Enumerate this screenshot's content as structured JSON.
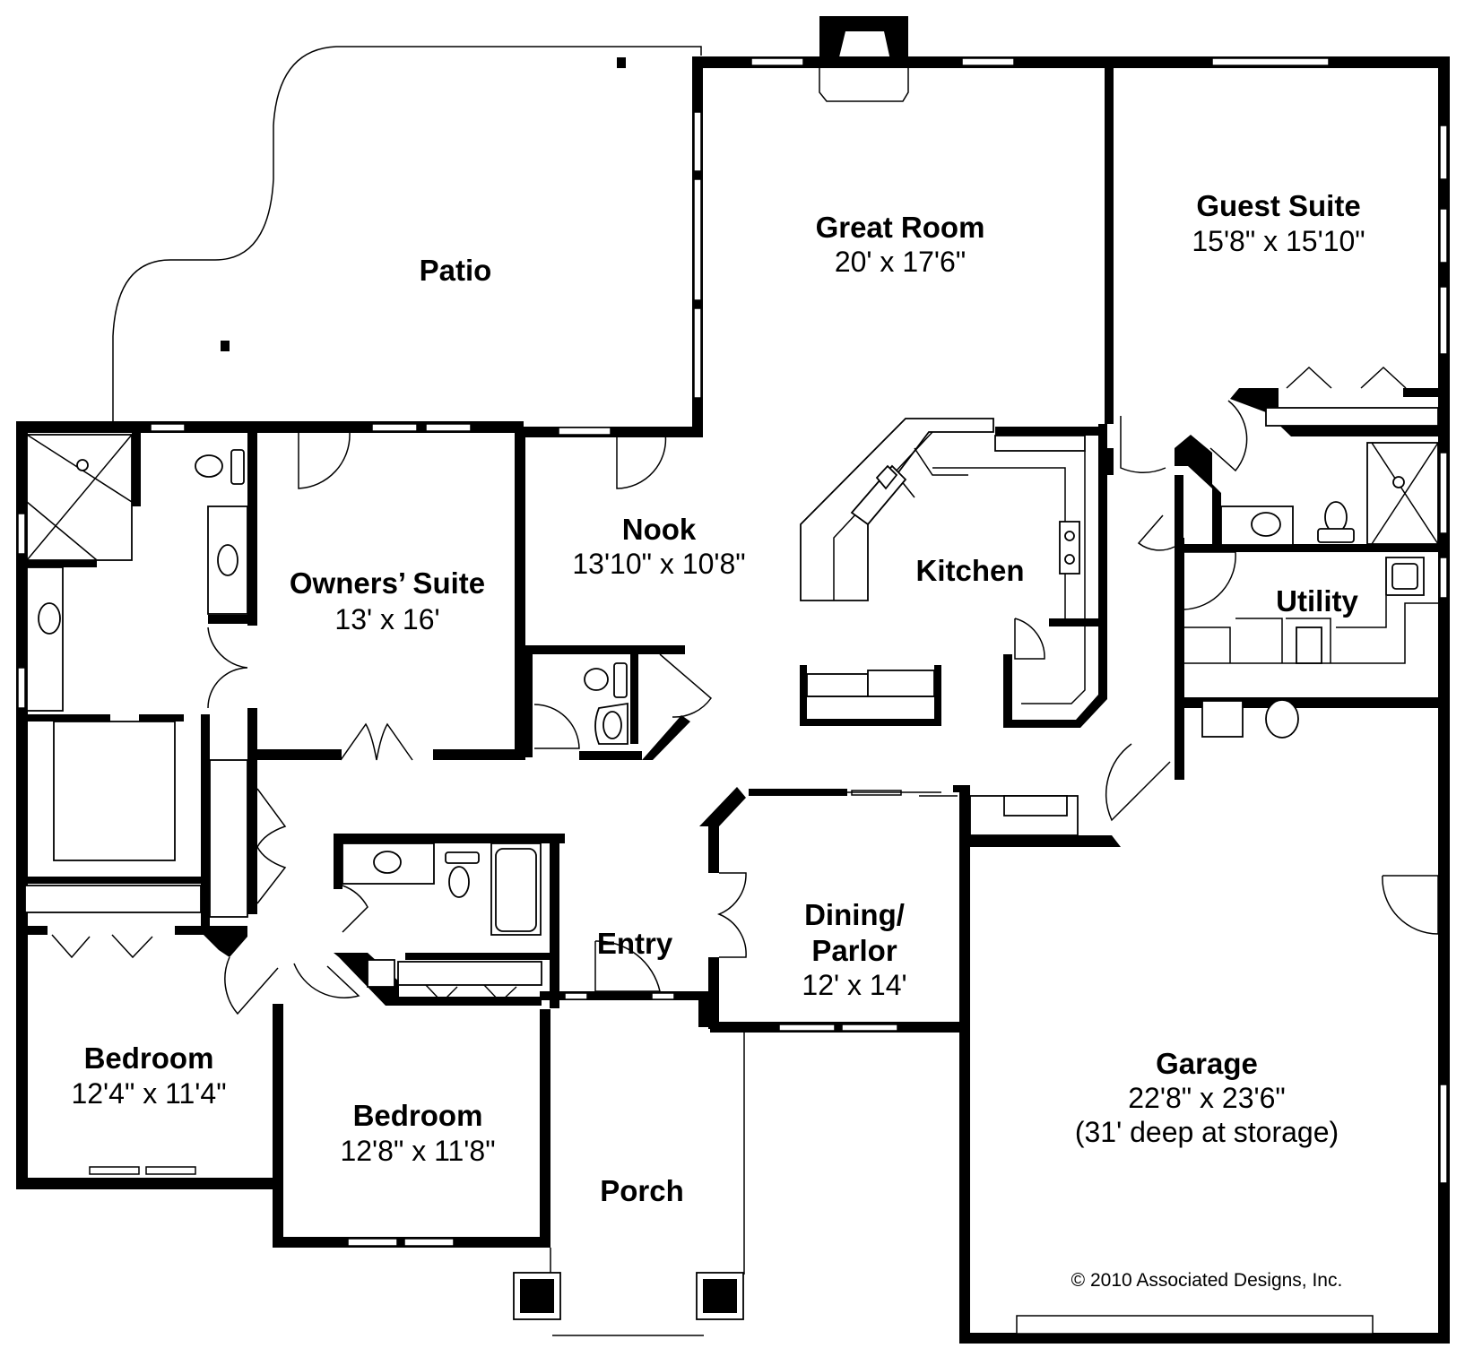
{
  "plan": {
    "rooms": {
      "patio": {
        "name": "Patio"
      },
      "great_room": {
        "name": "Great Room",
        "dims": "20' x 17'6\""
      },
      "guest_suite": {
        "name": "Guest Suite",
        "dims": "15'8\" x 15'10\""
      },
      "nook": {
        "name": "Nook",
        "dims": "13'10\" x 10'8\""
      },
      "kitchen": {
        "name": "Kitchen"
      },
      "owners_suite": {
        "name": "Owners’ Suite",
        "dims": "13' x 16'"
      },
      "utility": {
        "name": "Utility"
      },
      "entry": {
        "name": "Entry"
      },
      "dining_parlor": {
        "name_line1": "Dining/",
        "name_line2": "Parlor",
        "dims": "12' x 14'"
      },
      "bedroom_1": {
        "name": "Bedroom",
        "dims": "12'4\" x 11'4\""
      },
      "bedroom_2": {
        "name": "Bedroom",
        "dims": "12'8\" x 11'8\""
      },
      "porch": {
        "name": "Porch"
      },
      "garage": {
        "name": "Garage",
        "dims": "22'8\" x 23'6\"",
        "note": "(31' deep at storage)"
      }
    },
    "copyright": "© 2010 Associated Designs, Inc.",
    "colors": {
      "wall": "#000000",
      "background": "#ffffff"
    }
  }
}
